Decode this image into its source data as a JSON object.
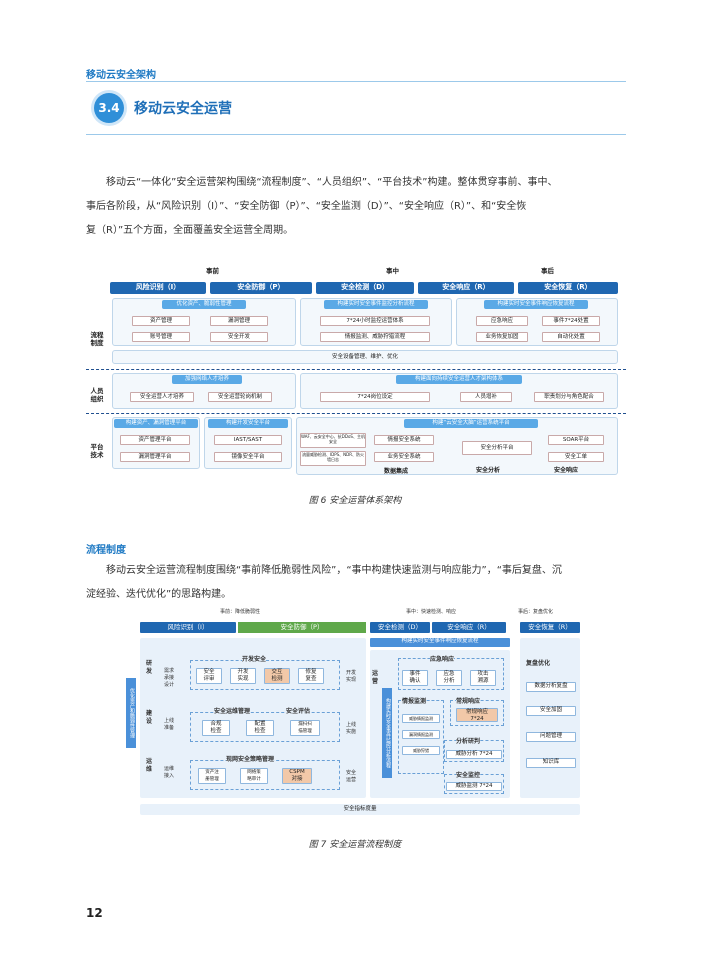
{
  "header": {
    "title": "移动云安全架构"
  },
  "section": {
    "num": "3.4",
    "title": "移动云安全运营"
  },
  "para1": [
    "移动云“一体化”安全运营架构围绕“流程制度”、“人员组织”、“平台技术”构建。整体贯穿事前、事中、",
    "事后各阶段，从“风险识别（I）”、“安全防御（P）”、“安全监测（D）”、“安全响应（R）”、和“安全恢",
    "复（R）”五个方面，全面覆盖安全运营全周期。"
  ],
  "fig6": {
    "caption": "图 6  安全运营体系架构",
    "phases": [
      "事前",
      "事中",
      "事后"
    ],
    "heads": [
      "风险识别（I）",
      "安全防御（P）",
      "安全检测（D）",
      "安全响应（R）",
      "安全恢复（R）"
    ],
    "rows": [
      "流程\n制度",
      "人员\n组织",
      "平台\n技术"
    ],
    "proc": {
      "l1": "优化资产、脆弱性管理",
      "l2": "构建实时安全事件监控分析流程",
      "l3": "构建实时安全事件响应恢复流程",
      "b": [
        "资产管理",
        "漏洞管理",
        "账号管理",
        "安全开发",
        "7*24小时监控运营体系",
        "情报监测、威胁狩猎流程",
        "应急响应",
        "事件7*24处置",
        "业务恢复加固",
        "自动化处置"
      ],
      "bottom": "安全设备管理、维护、优化"
    },
    "people": {
      "l1": "加强网络人才培养",
      "l2": "构建面向持续安全运营人才架构体系",
      "b": [
        "安全运营人才培养",
        "安全运营轮岗机制",
        "7*24岗位设定",
        "人员增补",
        "职责划分与角色配合"
      ]
    },
    "tech": {
      "l1": "构建资产、漏洞管理平台",
      "l2": "构建开发安全平台",
      "l3": "构建“云安全大脑”运营系统平台",
      "b": [
        "资产管理平台",
        "漏洞管理平台",
        "IAST/SAST",
        "镜像安全平台",
        "情报安全系统",
        "业务安全系统",
        "安全分析平台",
        "SOAR平台",
        "安全工单"
      ],
      "n1": "WAF、云安全中心、抗DDoS、主机安全",
      "n2": "流量威胁检测、IDPS、NDR、防火墙日志",
      "foot": [
        "数据集成",
        "安全分析",
        "安全响应"
      ]
    }
  },
  "subhead": "流程制度",
  "para2": [
    "移动云安全运营流程制度围绕“事前降低脆弱性风险”，“事中构建快速监测与响应能力”，“事后复盘、沉",
    "淀经验、迭代优化”的思路构建。"
  ],
  "fig7": {
    "caption": "图 7  安全运营流程制度",
    "phases": [
      "事前：降低脆弱性",
      "事中：快速检测、响应",
      "事后：复盘优化"
    ],
    "heads": [
      "风险识别（I）",
      "安全防御（P）",
      "安全检测（D）",
      "安全响应（R）",
      "安全恢复（R）"
    ],
    "left": {
      "r1": "研\n发",
      "r2": "建\n设",
      "r3": "运\n维",
      "s1": "需求\n承接\n设计",
      "s2": "上线\n准备",
      "s3": "运维\n接入",
      "g1": "开发安全",
      "g2": "安全运维管理",
      "g3": "安全评估",
      "g4": "现网安全策略管理",
      "b1": [
        "安全\n评审",
        "开发\n实现",
        "交互\n检测",
        "修复\n复查"
      ],
      "o1": "开发\n实现",
      "b2": [
        "合规\n检查",
        "配置\n检查",
        "漏扫扫\n描管理"
      ],
      "o2": "上线\n实施",
      "b3": [
        "资产注\n册管理",
        "网络策\n略审计",
        "CSPM\n对接"
      ],
      "o3": "安全\n运营",
      "side": "优化资产和脆弱性管理"
    },
    "mid": {
      "top": "构建实时安全事件响应恢复流程",
      "ops": "运\n营",
      "vlab": "构建实时安全事件监控分析流程",
      "resp": "应急响应",
      "rb": [
        "事件\n确认",
        "应急\n分析",
        "攻击\n溯源"
      ],
      "intel": "情报监测",
      "ib": [
        "威胁情报监测",
        "漏洞情报监测",
        "威胁狩猎"
      ],
      "norm": "常规响应",
      "nb": "常规响应\n7*24",
      "anal": "分析研判",
      "ab": "威胁分析  7*24",
      "mon": "安全监控",
      "mb": "威胁监测  7*24"
    },
    "right": {
      "title": "复盘优化",
      "b": [
        "数据分析复盘",
        "安全加固",
        "问题管理",
        "知识库"
      ]
    },
    "bottom": "安全指标度量"
  },
  "page": "12"
}
